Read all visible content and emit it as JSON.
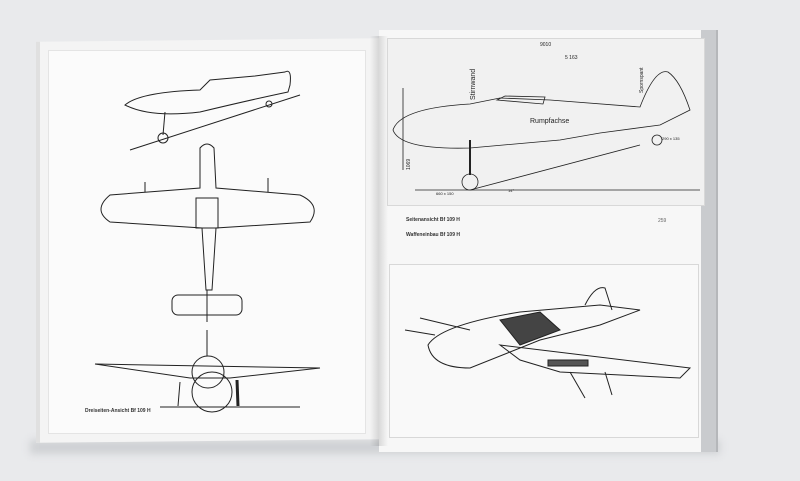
{
  "left_page": {
    "caption": "Dreiseiten-Ansicht Bf 109 H"
  },
  "right_page": {
    "drawing_labels": {
      "overall_length": "9010",
      "dim_length": "5 163",
      "firewall": "Stirnwand",
      "fuselage_axis": "Rumpfachse",
      "tail_frame": "Spornspant",
      "main_wheel": "660 x 150",
      "tail_wheel": "290 x 135",
      "height": "1069",
      "angle": "14°"
    },
    "caption_side_view": "Seitenansicht Bf 109 H",
    "caption_weapons": "Waffeneinbau Bf 109 H",
    "page_number": "259"
  }
}
